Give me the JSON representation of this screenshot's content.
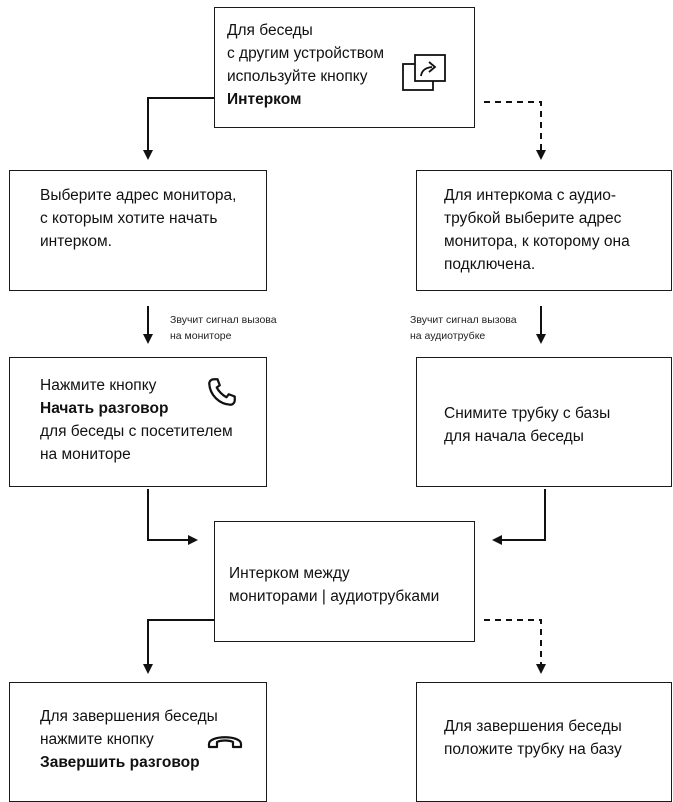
{
  "top": {
    "line1": "Для беседы",
    "line2": "с другим устройством",
    "line3": "используйте кнопку",
    "line4": "Интерком",
    "icon": "intercom-switch-icon"
  },
  "left1": {
    "line1": "Выберите адрес монитора,",
    "line2": "с которым хотите начать",
    "line3": "интерком."
  },
  "right1": {
    "line1": "Для интеркома  с аудио-",
    "line2": "трубкой выберите адрес",
    "line3": "монитора, к которому она",
    "line4": "подключена."
  },
  "signal_left": {
    "line1": "Звучит сигнал вызова",
    "line2": "на мониторе"
  },
  "signal_right": {
    "line1": "Звучит сигнал вызова",
    "line2": "на аудиотрубке"
  },
  "left2": {
    "line1": "Нажмите кнопку",
    "line2": "Начать разговор",
    "line3": "для беседы с посетителем",
    "line4": "на мониторе",
    "icon": "phone-answer-icon"
  },
  "right2": {
    "line1": "Снимите трубку с базы",
    "line2": "для начала беседы"
  },
  "center": {
    "line1": "Интерком между",
    "line2": "мониторами | аудиотрубками"
  },
  "left3": {
    "line1": "Для завершения беседы",
    "line2": "нажмите кнопку",
    "line3": "Завершить разговор",
    "icon": "phone-hangup-icon"
  },
  "right3": {
    "line1": "Для завершения беседы",
    "line2": "положите трубку на базу"
  }
}
